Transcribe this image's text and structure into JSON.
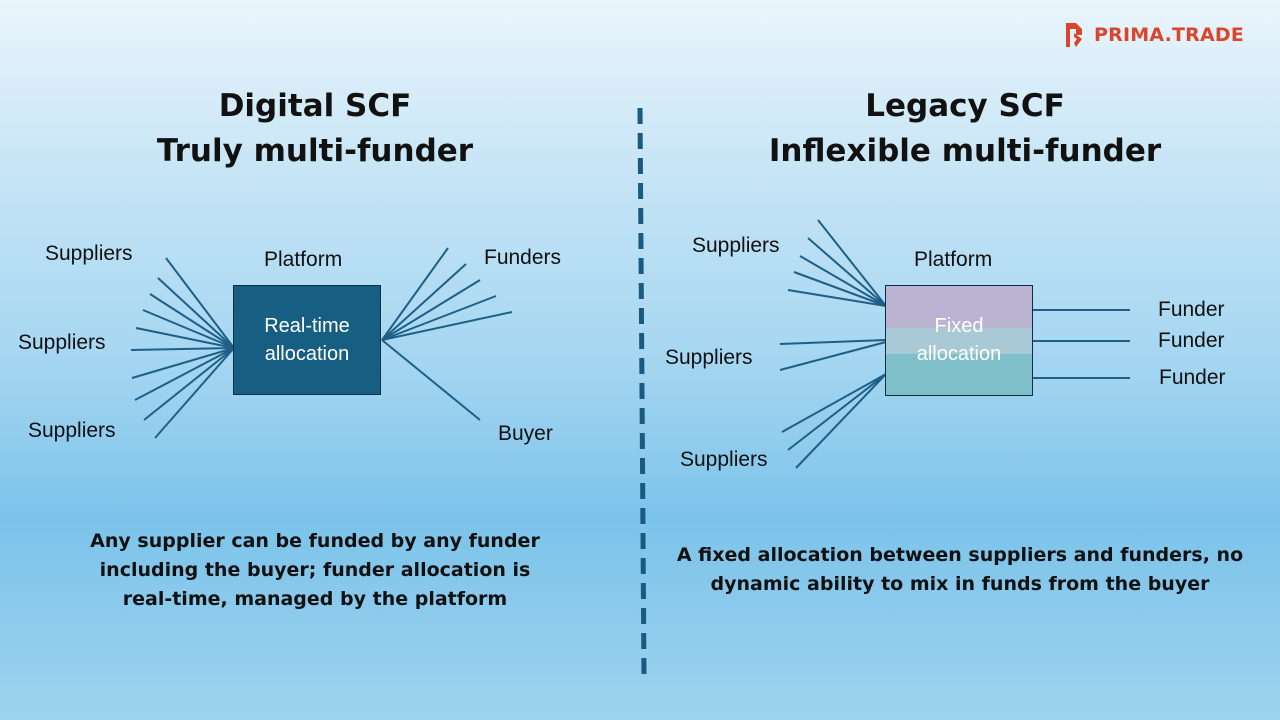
{
  "logo": {
    "brand": "PRIMA.TRADE",
    "icon": "prima-trade-logo-icon",
    "color": "#d9462b"
  },
  "left": {
    "title_line1": "Digital SCF",
    "title_line2": "Truly multi-funder",
    "platform_label": "Platform",
    "box_line1": "Real-time",
    "box_line2": "allocation",
    "suppliers": [
      "Suppliers",
      "Suppliers",
      "Suppliers"
    ],
    "funders_label": "Funders",
    "buyer_label": "Buyer",
    "caption": [
      "Any supplier can be funded by any funder",
      "including the buyer; funder allocation is",
      "real-time, managed by the platform"
    ]
  },
  "right": {
    "title_line1": "Legacy SCF",
    "title_line2": "Inflexible multi-funder",
    "platform_label": "Platform",
    "box_line1": "Fixed",
    "box_line2": "allocation",
    "suppliers": [
      "Suppliers",
      "Suppliers",
      "Suppliers"
    ],
    "funders": [
      "Funder",
      "Funder",
      "Funder"
    ],
    "caption": [
      "A fixed allocation between suppliers and funders, no",
      "dynamic ability to mix in funds from the buyer"
    ]
  },
  "colors": {
    "line": "#1f5f86",
    "realtime_box": "#175e83",
    "fixed_top": "#b9b4d2",
    "fixed_bottom": "#7ebfc9",
    "divider": "#1a5a80"
  }
}
